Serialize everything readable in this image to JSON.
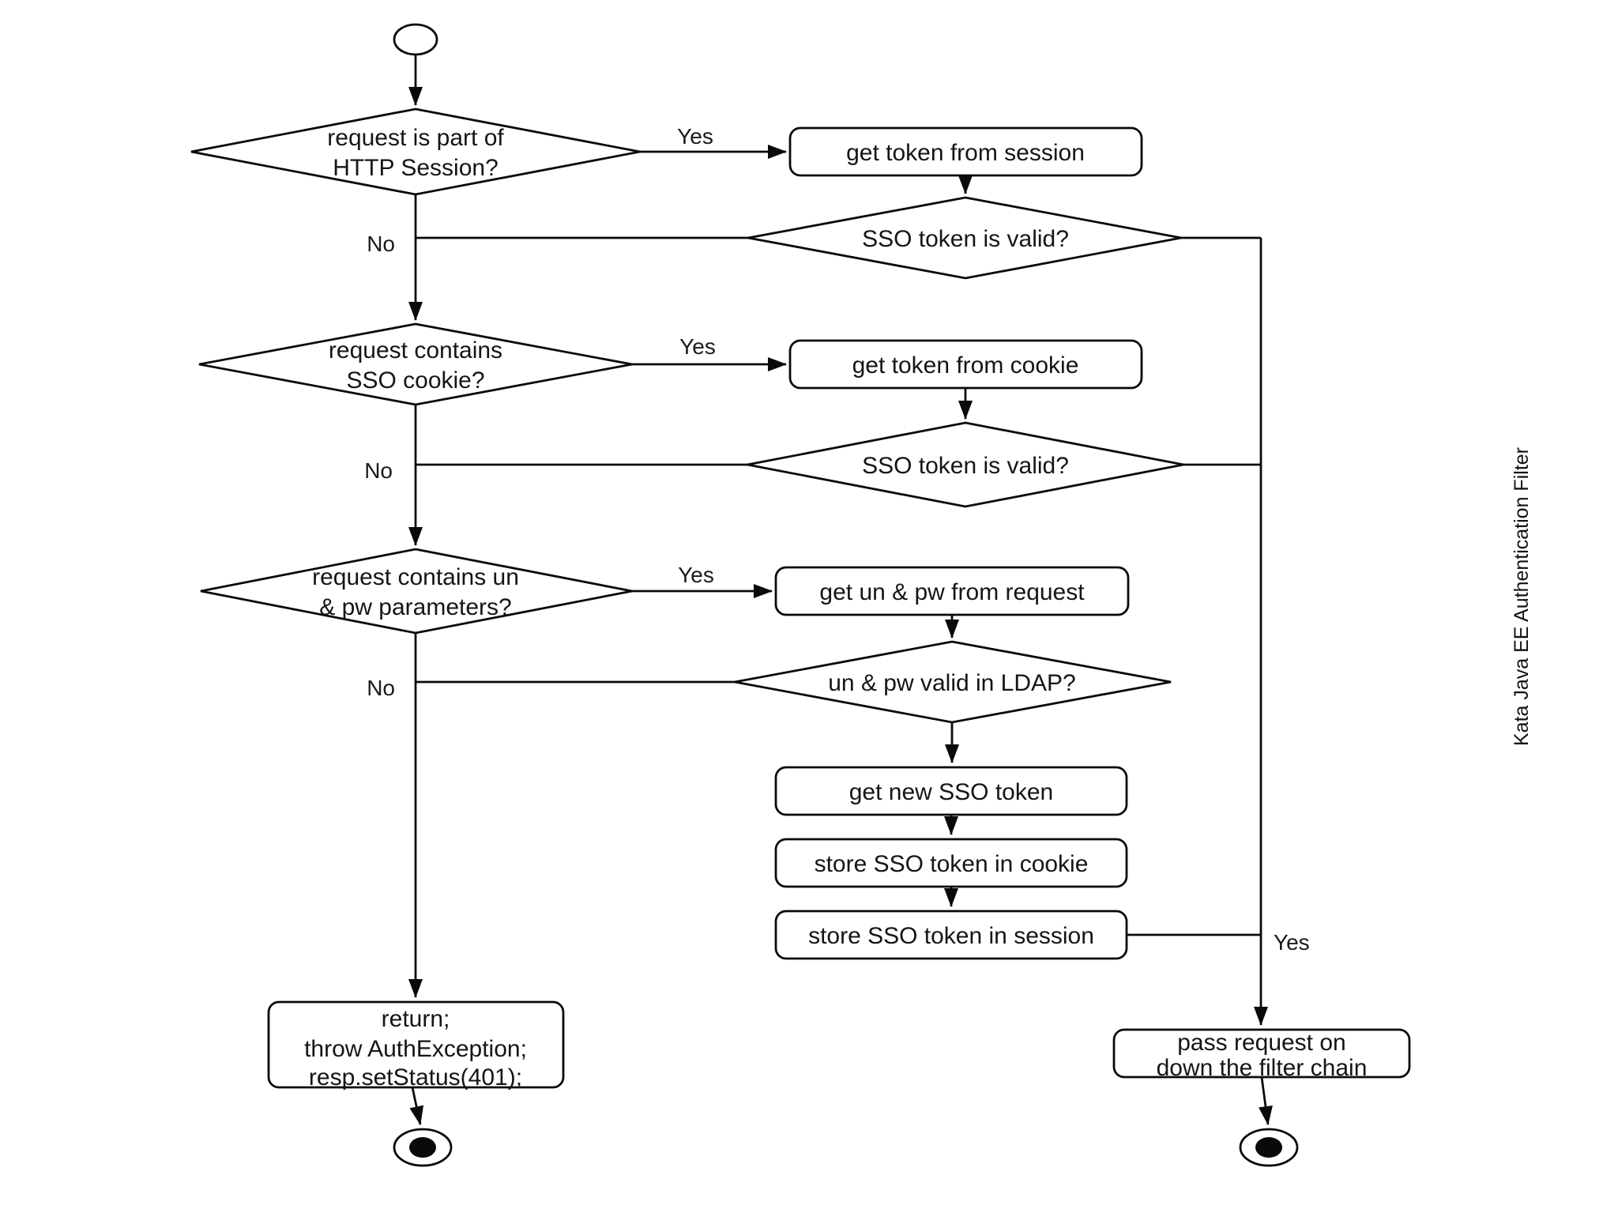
{
  "title": "Kata Java EE Authentication Filter",
  "labels": {
    "yes": "Yes",
    "no": "No"
  },
  "decisions": {
    "http_session": {
      "line1": "request is part of",
      "line2": "HTTP Session?"
    },
    "sso_valid_session": {
      "label": "SSO token is valid?"
    },
    "sso_cookie": {
      "line1": "request contains",
      "line2": "SSO cookie?"
    },
    "sso_valid_cookie": {
      "label": "SSO token is valid?"
    },
    "un_pw_params": {
      "line1": "request contains un",
      "line2": "& pw parameters?"
    },
    "ldap": {
      "label": "un & pw valid in LDAP?"
    }
  },
  "actions": {
    "get_token_session": "get token from session",
    "get_token_cookie": "get token from cookie",
    "get_un_pw": "get un & pw from request",
    "get_new_token": "get new SSO token",
    "store_cookie": "store SSO token in cookie",
    "store_session": "store SSO token in session"
  },
  "terminals": {
    "pass": {
      "line1": "pass request on",
      "line2": "down the filter chain"
    },
    "reject": {
      "line1": "return;",
      "line2": "throw AuthException;",
      "line3": "resp.setStatus(401);"
    }
  },
  "colors": {
    "line": "#000000",
    "text": "#111111",
    "background": "#ffffff"
  }
}
